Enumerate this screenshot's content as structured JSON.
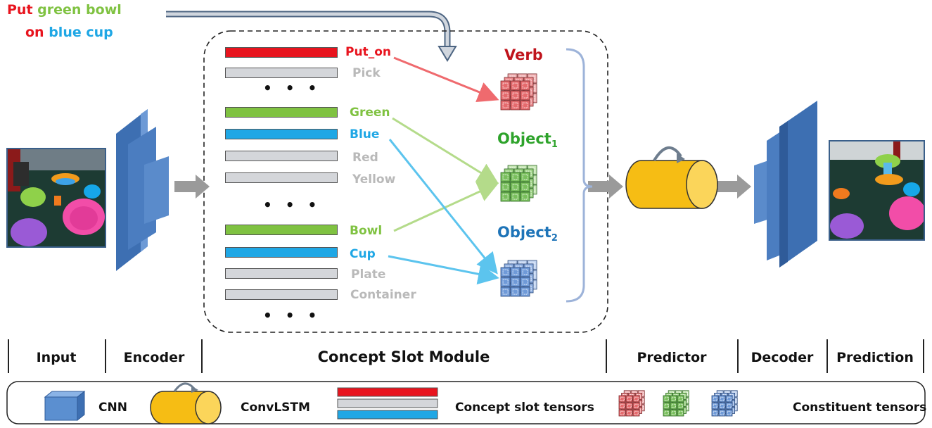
{
  "command": {
    "line1": [
      {
        "text": "Put ",
        "color": "#e8141e"
      },
      {
        "text": "green bowl",
        "color": "#7fc241"
      }
    ],
    "line2": [
      {
        "text": "on ",
        "color": "#e8141e"
      },
      {
        "text": "blue cup",
        "color": "#1fa7e5"
      }
    ]
  },
  "slots": {
    "verb": [
      "Put_on",
      "Pick"
    ],
    "color": [
      "Green",
      "Blue",
      "Red",
      "Yellow"
    ],
    "noun": [
      "Bowl",
      "Cup",
      "Plate",
      "Container"
    ],
    "ellipsis": "• • •"
  },
  "constituents": {
    "verb": {
      "label": "Verb"
    },
    "object1": {
      "label": "Object",
      "sub": "1"
    },
    "object2": {
      "label": "Object",
      "sub": "2"
    }
  },
  "stages": [
    "Input",
    "Encoder",
    "Concept Slot Module",
    "Predictor",
    "Decoder",
    "Prediction"
  ],
  "legend": {
    "cnn": "CNN",
    "convlstm": "ConvLSTM",
    "slots": "Concept slot tensors",
    "constituent": "Constituent tensors"
  },
  "colors": {
    "red": "#e8141e",
    "green": "#7fc241",
    "blue": "#1fa7e5",
    "gray": "#d4d6da",
    "inactive_text": "#b9b9b9",
    "verb_label": "#c0141c",
    "object1_label": "#2ea32b",
    "object2_label": "#1e74b8",
    "cnn_blue": "#5b8fd0",
    "lstm_yellow": "#f6bd14"
  }
}
